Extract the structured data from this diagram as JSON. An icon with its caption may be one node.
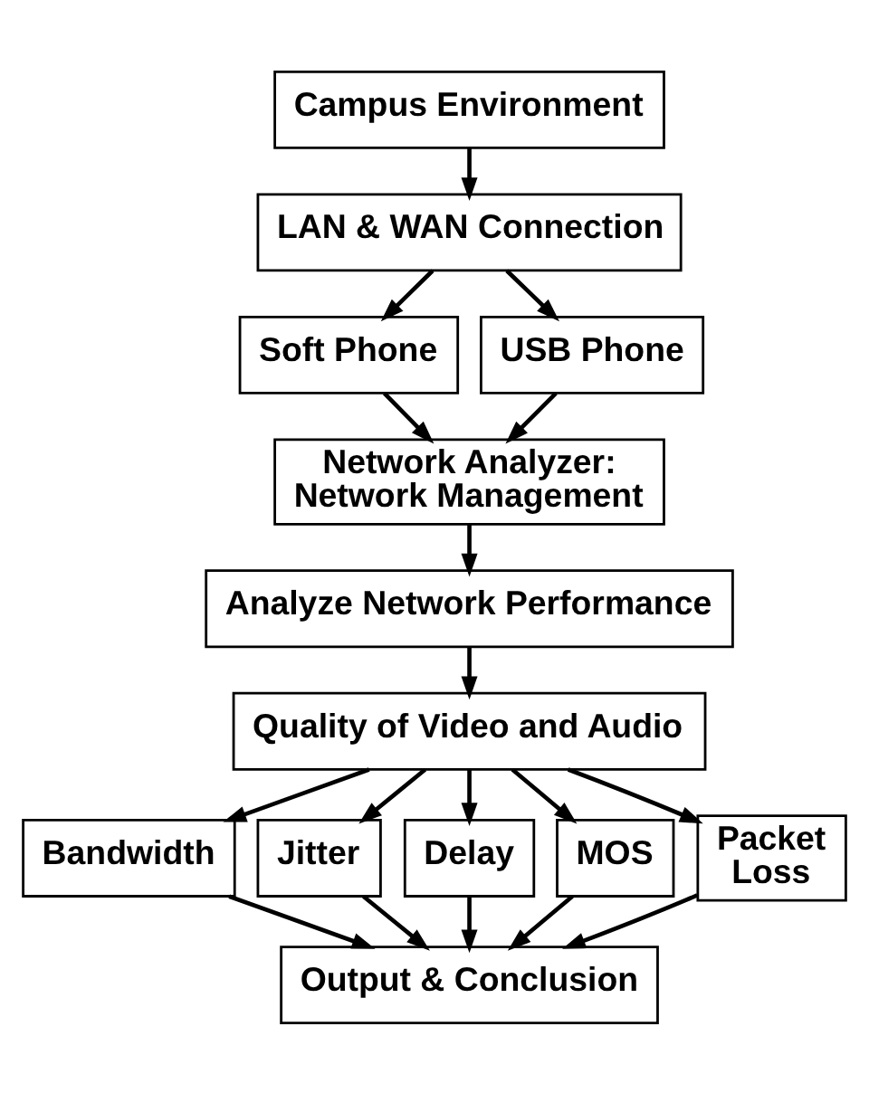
{
  "diagram": {
    "nodes": [
      {
        "text": [
          "Campus Environment"
        ]
      },
      {
        "text": [
          "LAN & WAN Connection"
        ]
      },
      {
        "text": [
          "Soft Phone"
        ]
      },
      {
        "text": [
          "USB Phone"
        ]
      },
      {
        "text": [
          "Network Analyzer: Network Management"
        ]
      },
      {
        "text": [
          "Analyze Network Performance"
        ]
      },
      {
        "text": [
          "Quality of Video and Audio"
        ]
      },
      {
        "text": [
          "Bandwidth"
        ]
      },
      {
        "text": [
          "Jitter"
        ]
      },
      {
        "text": [
          "Delay"
        ]
      },
      {
        "text": [
          "MOS"
        ]
      },
      {
        "text": [
          "Packet Loss"
        ]
      },
      {
        "text": [
          "Output & Conclusion"
        ]
      }
    ],
    "edges": [
      {
        "from": 0,
        "to": 1,
        "arrow": "to"
      },
      {
        "from": 1,
        "to": 2,
        "arrow": "to"
      },
      {
        "from": 1,
        "to": 3,
        "arrow": "to"
      },
      {
        "from": 2,
        "to": 4,
        "arrow": "to"
      },
      {
        "from": 3,
        "to": 4,
        "arrow": "to"
      },
      {
        "from": 4,
        "to": 5,
        "arrow": "to"
      },
      {
        "from": 5,
        "to": 6,
        "arrow": "to"
      },
      {
        "from": 6,
        "to": 7,
        "arrow": "to"
      },
      {
        "from": 6,
        "to": 8,
        "arrow": "to"
      },
      {
        "from": 6,
        "to": 9,
        "arrow": "to"
      },
      {
        "from": 6,
        "to": 10,
        "arrow": "to"
      },
      {
        "from": 6,
        "to": 11,
        "arrow": "to"
      },
      {
        "from": 7,
        "to": 12,
        "arrow": "to"
      },
      {
        "from": 8,
        "to": 12,
        "arrow": "to"
      },
      {
        "from": 9,
        "to": 12,
        "arrow": "to"
      },
      {
        "from": 10,
        "to": 12,
        "arrow": "to"
      },
      {
        "from": 11,
        "to": 12,
        "arrow": "to"
      }
    ]
  }
}
